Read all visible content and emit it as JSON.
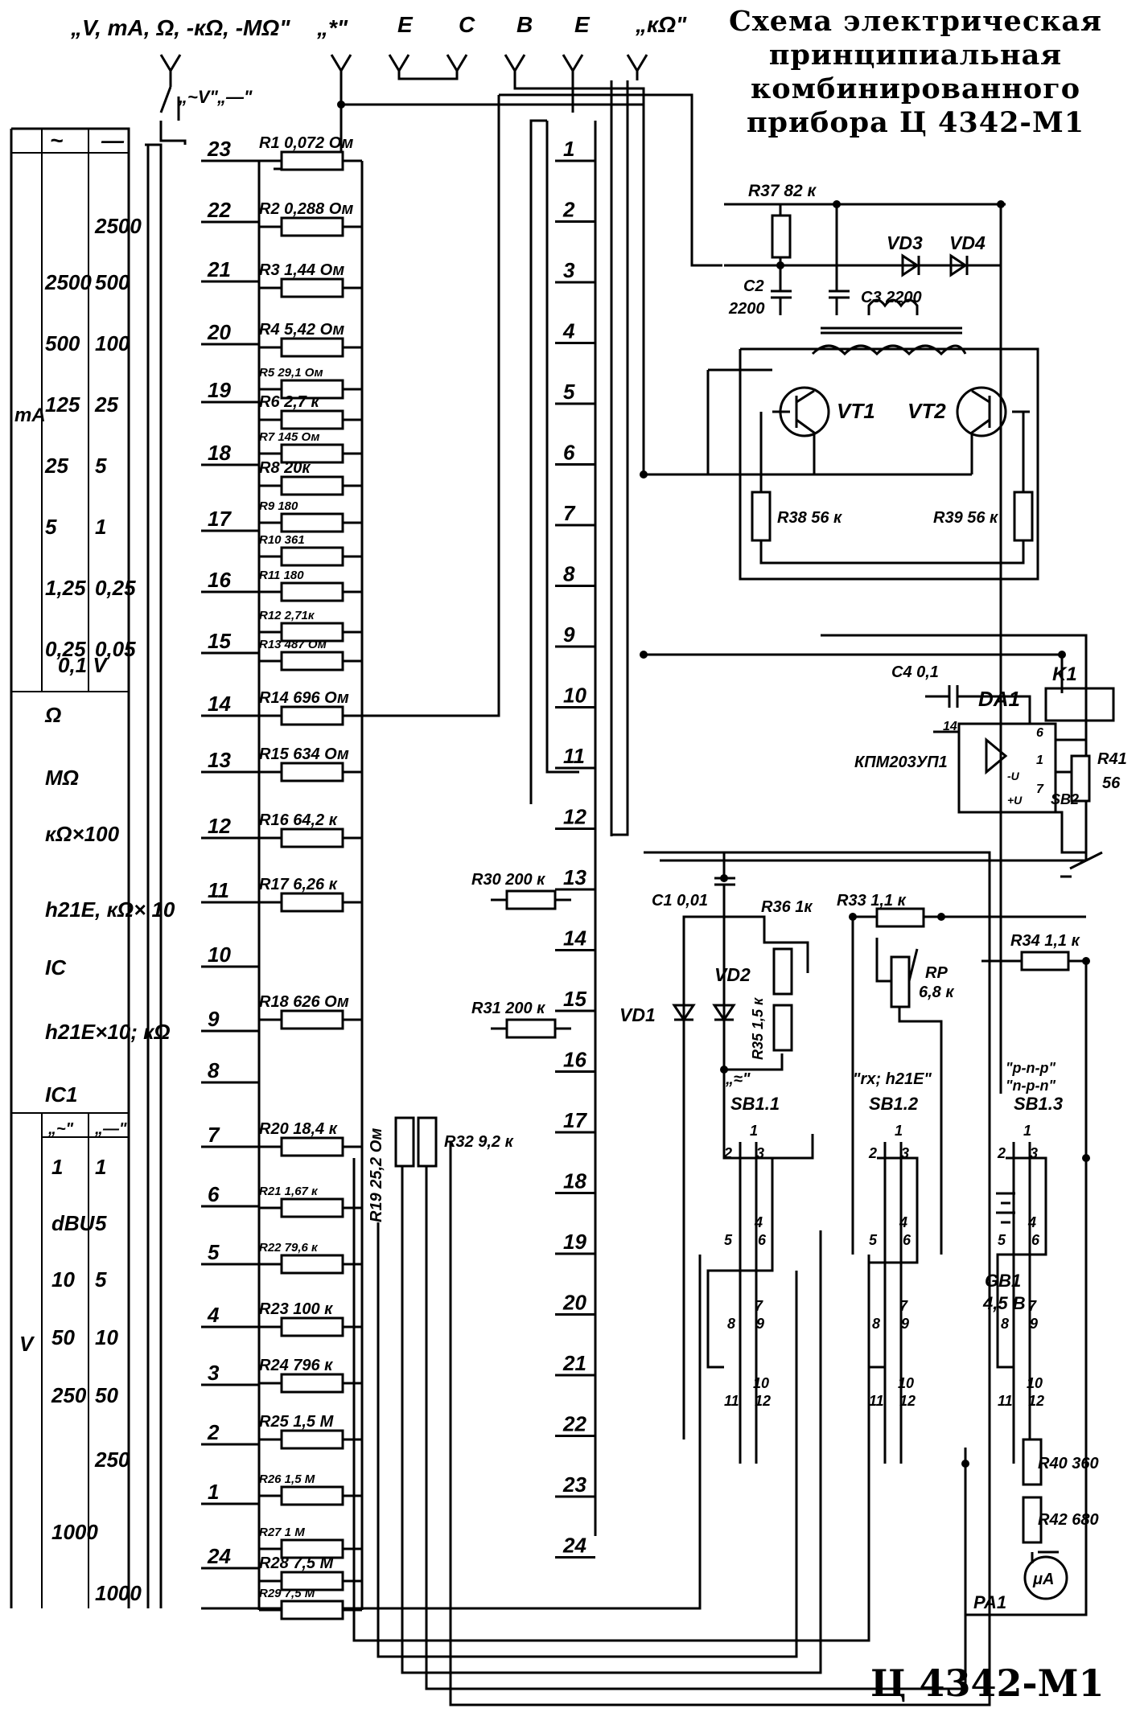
{
  "title": {
    "line1": "Схема электрическая",
    "line2": "принципиальная",
    "line3": "комбинированного",
    "line4": "прибора Ц 4342-М1"
  },
  "footer": "Ц 4342-М1",
  "terminals": {
    "t1": "„V, mA, Ω, -кΩ, -МΩ\"",
    "t2": "„*\"",
    "t3": "E",
    "t4": "C",
    "t5": "B",
    "t6": "E",
    "t7": "„кΩ\"",
    "ac_switch": "„~V\"",
    "dc_switch": "„—\""
  },
  "scale_table": {
    "ac_symbol": "~",
    "dc_symbol": "—",
    "mA_label": "mA",
    "mA_rows": [
      [
        "",
        "2500"
      ],
      [
        "2500",
        "500"
      ],
      [
        "500",
        "100"
      ],
      [
        "125",
        "25"
      ],
      [
        "25",
        "5"
      ],
      [
        "5",
        "1"
      ],
      [
        "1,25",
        "0,25"
      ],
      [
        "0,25",
        "0,05"
      ]
    ],
    "v_note": "0,1 V",
    "mid_rows": [
      "Ω",
      "МΩ",
      "кΩ×100",
      "h21E, кΩ× 10",
      "IC",
      "h21E×10; кΩ",
      "IC1"
    ],
    "v_header_ac": "„~\"",
    "v_header_dc": "„—\"",
    "v_label": "V",
    "v_rows": [
      [
        "1",
        "1"
      ],
      [
        "dBU",
        "5"
      ],
      [
        "10",
        "5"
      ],
      [
        "50",
        "10"
      ],
      [
        "250",
        "50"
      ],
      [
        "",
        "250"
      ],
      [
        "1000",
        ""
      ],
      [
        "",
        "1000"
      ]
    ]
  },
  "resistors_left": [
    {
      "ref": "R1",
      "value": "0,072 Ом"
    },
    {
      "ref": "R2",
      "value": "0,288 Ом"
    },
    {
      "ref": "R3",
      "value": "1,44 Ом"
    },
    {
      "ref": "R4",
      "value": "5,42 Ом"
    },
    {
      "ref": "R5",
      "value": "29,1 Ом"
    },
    {
      "ref": "R6",
      "value": "2,7 к"
    },
    {
      "ref": "R7",
      "value": "145 Ом"
    },
    {
      "ref": "R8",
      "value": "20к"
    },
    {
      "ref": "R9",
      "value": "180"
    },
    {
      "ref": "R10",
      "value": "361"
    },
    {
      "ref": "R11",
      "value": "180"
    },
    {
      "ref": "R12",
      "value": "2,71к"
    },
    {
      "ref": "R13",
      "value": "487 Ом"
    },
    {
      "ref": "R14",
      "value": "696 Ом"
    },
    {
      "ref": "R15",
      "value": "634 Ом"
    },
    {
      "ref": "R16",
      "value": "64,2 к"
    },
    {
      "ref": "R17",
      "value": "6,26 к"
    },
    {
      "ref": "R18",
      "value": "626 Ом"
    },
    {
      "ref": "R20",
      "value": "18,4 к"
    },
    {
      "ref": "R21",
      "value": "1,67 к"
    },
    {
      "ref": "R22",
      "value": "79,6 к"
    },
    {
      "ref": "R23",
      "value": "100 к"
    },
    {
      "ref": "R24",
      "value": "796 к"
    },
    {
      "ref": "R25",
      "value": "1,5 М"
    },
    {
      "ref": "R26",
      "value": "1,5 М"
    },
    {
      "ref": "R27",
      "value": "1 М"
    },
    {
      "ref": "R28",
      "value": "7,5 М"
    },
    {
      "ref": "R29",
      "value": "7,5 М"
    }
  ],
  "left_pins": [
    "23",
    "22",
    "21",
    "20",
    "19",
    "18",
    "17",
    "16",
    "15",
    "14",
    "13",
    "12",
    "11",
    "10",
    "9",
    "8",
    "7",
    "6",
    "5",
    "4",
    "3",
    "2",
    "1",
    "24"
  ],
  "right_pins": [
    "1",
    "2",
    "3",
    "4",
    "5",
    "6",
    "7",
    "8",
    "9",
    "10",
    "11",
    "12",
    "13",
    "14",
    "15",
    "16",
    "17",
    "18",
    "19",
    "20",
    "21",
    "22",
    "23",
    "24"
  ],
  "vertical_resistors": {
    "r19": "R19 25,2 Ом",
    "r32": "R32 9,2 к"
  },
  "mid_resistors": {
    "r30": "R30 200 к",
    "r31": "R31 200 к"
  },
  "converter": {
    "r37": "R37 82 к",
    "vd3": "VD3",
    "vd4": "VD4",
    "c2": "C2",
    "c2_val": "2200",
    "c3": "C3 2200",
    "vt1": "VT1",
    "vt2": "VT2",
    "r38": "R38 56 к",
    "r39": "R39 56 к"
  },
  "protection": {
    "c4": "C4 0,1",
    "k1": "K1",
    "da1": "DA1",
    "ic": "КПМ203УП1",
    "r41": "R41",
    "r41_val": "56",
    "sb2": "SB2",
    "pin14": "14",
    "pin6": "6",
    "pin1": "1",
    "pin7": "7",
    "minus_u": "-U",
    "plus_u": "+U"
  },
  "lower": {
    "c1": "C1 0,01",
    "r36": "R36 1к",
    "vd1": "VD1",
    "vd2": "VD2",
    "r35": "R35 1,5 к",
    "r33": "R33 1,1 к",
    "rp": "RP",
    "rp_val": "6,8 к",
    "r34": "R34 1,1 к",
    "sb11_mode": "„≈\"",
    "sb11": "SB1.1",
    "sb12_mode": "\"rx; h21E\"",
    "sb12": "SB1.2",
    "sb13_mode1": "\"p-n-p\"",
    "sb13_mode2": "\"n-p-n\"",
    "sb13": "SB1.3",
    "gb1": "GB1",
    "gb1_val": "4,5 В",
    "r40": "R40 360",
    "r42": "R42 680",
    "pa1": "PA1",
    "meter": "μA",
    "contacts": [
      "1",
      "2",
      "3",
      "4",
      "5",
      "6",
      "7",
      "8",
      "9",
      "10",
      "11",
      "12"
    ]
  }
}
